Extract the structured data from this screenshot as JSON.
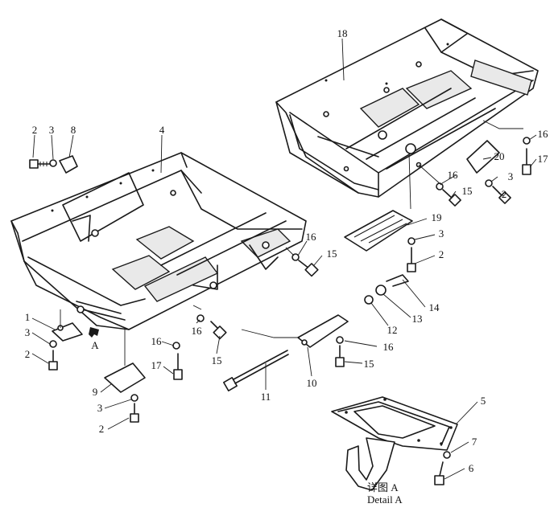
{
  "callouts": [
    {
      "id": "c2a",
      "text": "2"
    },
    {
      "id": "c3a",
      "text": "3"
    },
    {
      "id": "c8",
      "text": "8"
    },
    {
      "id": "c4",
      "text": "4"
    },
    {
      "id": "c18",
      "text": "18"
    },
    {
      "id": "c16a",
      "text": "16"
    },
    {
      "id": "c17a",
      "text": "17"
    },
    {
      "id": "c20",
      "text": "20"
    },
    {
      "id": "c16b",
      "text": "16"
    },
    {
      "id": "c15a",
      "text": "15"
    },
    {
      "id": "c3b",
      "text": "3"
    },
    {
      "id": "c2b",
      "text": "2"
    },
    {
      "id": "c19",
      "text": "19"
    },
    {
      "id": "c3c",
      "text": "3"
    },
    {
      "id": "c2c",
      "text": "2"
    },
    {
      "id": "c16c",
      "text": "16"
    },
    {
      "id": "c15b",
      "text": "15"
    },
    {
      "id": "c14",
      "text": "14"
    },
    {
      "id": "c13",
      "text": "13"
    },
    {
      "id": "c12",
      "text": "12"
    },
    {
      "id": "c1",
      "text": "1"
    },
    {
      "id": "c3d",
      "text": "3"
    },
    {
      "id": "c2d",
      "text": "2"
    },
    {
      "id": "c16d",
      "text": "16"
    },
    {
      "id": "c16e",
      "text": "16"
    },
    {
      "id": "c15c",
      "text": "15"
    },
    {
      "id": "c17b",
      "text": "17"
    },
    {
      "id": "c9",
      "text": "9"
    },
    {
      "id": "c3e",
      "text": "3"
    },
    {
      "id": "c2e",
      "text": "2"
    },
    {
      "id": "c11",
      "text": "11"
    },
    {
      "id": "c10",
      "text": "10"
    },
    {
      "id": "c16f",
      "text": "16"
    },
    {
      "id": "c15d",
      "text": "15"
    },
    {
      "id": "c5",
      "text": "5"
    },
    {
      "id": "c7",
      "text": "7"
    },
    {
      "id": "c6",
      "text": "6"
    }
  ],
  "view_marker": "A",
  "detail_caption": {
    "zh": "详图 A",
    "en": "Detail A"
  }
}
